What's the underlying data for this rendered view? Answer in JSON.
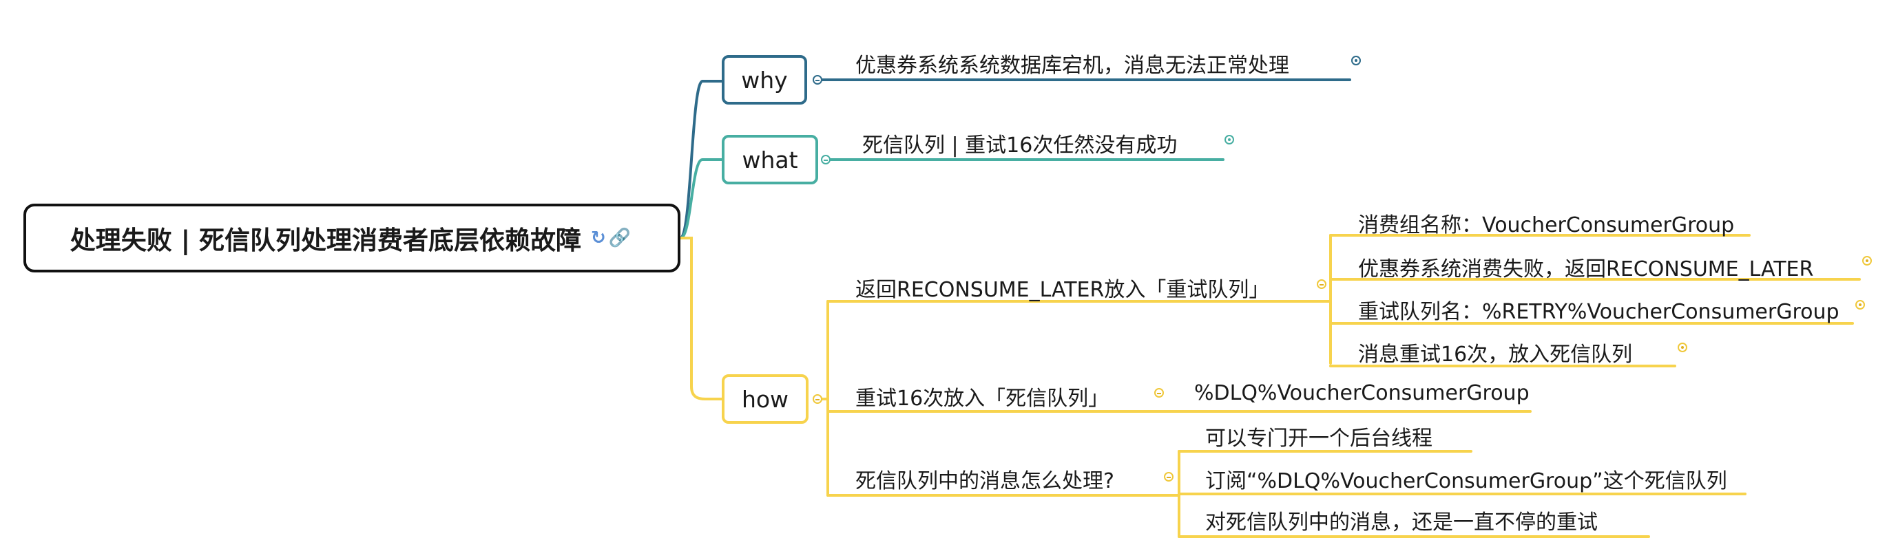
{
  "colors": {
    "root": "#111111",
    "why": "#2e6b8a",
    "what": "#47aea2",
    "how": "#f7d34d",
    "icon": "#5b8fd6"
  },
  "root": {
    "title": "处理失败 | 死信队列处理消费者底层依赖故障",
    "icons": [
      "refresh-icon",
      "link-icon"
    ]
  },
  "branches": {
    "why": {
      "label": "why",
      "items": [
        {
          "text": "优惠券系统系统数据库宕机，消息无法正常处理"
        }
      ]
    },
    "what": {
      "label": "what",
      "items": [
        {
          "text": "死信队列 | 重试16次任然没有成功"
        }
      ]
    },
    "how": {
      "label": "how",
      "items": [
        {
          "text": "返回RECONSUME_LATER放入「重试队列」",
          "children": [
            "消费组名称：VoucherConsumerGroup",
            "优惠券系统消费失败，返回RECONSUME_LATER",
            "重试队列名：%RETRY%VoucherConsumerGroup",
            "消息重试16次，放入死信队列"
          ]
        },
        {
          "text": "重试16次放入「死信队列」",
          "children": [
            "%DLQ%VoucherConsumerGroup"
          ]
        },
        {
          "text": "死信队列中的消息怎么处理?",
          "children": [
            "可以专门开一个后台线程",
            "订阅“%DLQ%VoucherConsumerGroup”这个死信队列",
            "对死信队列中的消息，还是一直不停的重试"
          ]
        }
      ]
    }
  }
}
